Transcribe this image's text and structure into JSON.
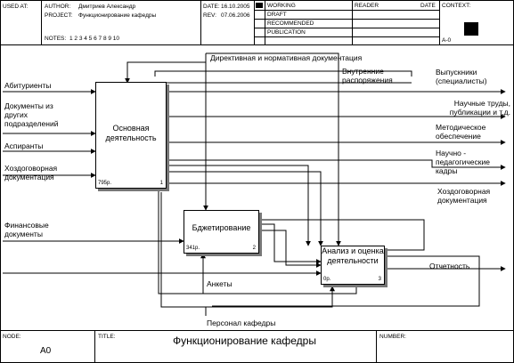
{
  "header": {
    "used_at_label": "USED AT:",
    "author_label": "AUTHOR:",
    "author_value": "Дмитриев Александр",
    "project_label": "PROJECT:",
    "project_value": "Функционирование кафедры",
    "notes_label": "NOTES:",
    "notes_value": "1 2 3 4 5 6 7 8 9 10",
    "date_label": "DATE:",
    "date_value": "16.10.2005",
    "rev_label": "REV:",
    "rev_value": "07.06.2006",
    "status": [
      "WORKING",
      "DRAFT",
      "RECOMMENDED",
      "PUBLICATION"
    ],
    "reader_label": "READER",
    "reader_date_label": "DATE",
    "context_label": "CONTEXT:",
    "context_node": "A-0"
  },
  "footer": {
    "node_label": "NODE:",
    "node_value": "A0",
    "title_label": "TITLE:",
    "title_value": "Функционирование кафедры",
    "number_label": "NUMBER:"
  },
  "boxes": [
    {
      "id": "b1",
      "label": "Основная деятельность",
      "cost": "795р.",
      "num": "1"
    },
    {
      "id": "b2",
      "label": "Бджетирование",
      "cost": "341р.",
      "num": "2"
    },
    {
      "id": "b3",
      "label": "Анализ и оценка деятельности",
      "cost": "0р.",
      "num": "3"
    }
  ],
  "arrows": {
    "abiturienty": "Абитуриенты",
    "docs_other": "Документы из других подразделений",
    "aspiranty": "Аспиранты",
    "hozdog_in": "Хоздоговорная документация",
    "finance": "Финансовые документы",
    "directive": "Директивная и нормативная документация",
    "internal": "Внутренние распоряжения",
    "graduates": "Выпускники (специалисты)",
    "publications": "Научные труды, публикации и т.д.",
    "method": "Методическое обеспечение",
    "staff": "Научно - педагогические кадры",
    "hozdog_out": "Хоздоговорная документация",
    "report": "Отчетность",
    "ankety": "Анкеты",
    "personnel": "Персонал кафедры"
  }
}
